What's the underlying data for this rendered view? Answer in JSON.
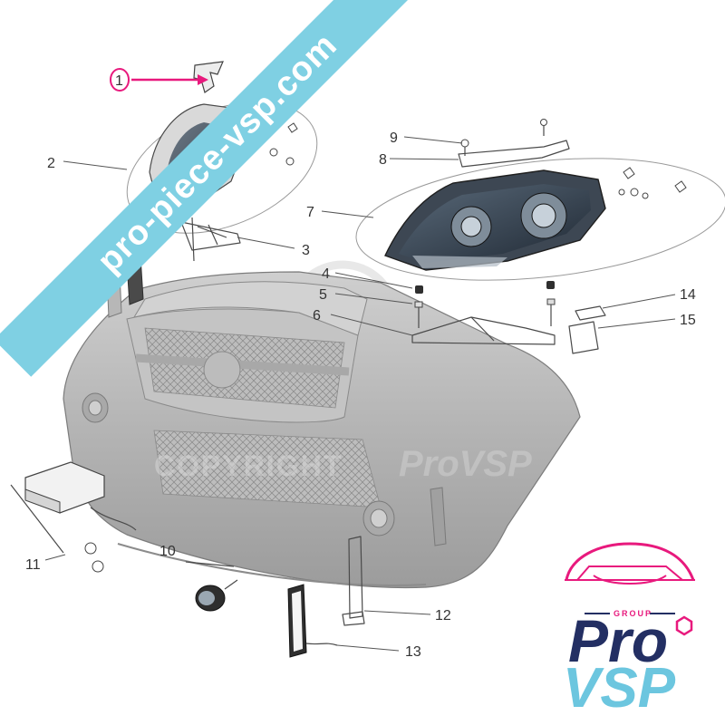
{
  "callouts": [
    "1",
    "2",
    "3",
    "4",
    "5",
    "6",
    "7",
    "8",
    "9",
    "10",
    "11",
    "12",
    "13",
    "14",
    "15"
  ],
  "watermark": {
    "copyright": "COPYRIGHT",
    "brand": "ProVSP"
  },
  "banner": {
    "text": "pro-piece-vsp.com"
  },
  "logo": {
    "group": "GROUP",
    "pro": "Pro",
    "vsp": "VSP"
  },
  "colors": {
    "highlight": "#e8197d",
    "banner": "#7fd0e3",
    "brand_dark": "#232f63",
    "brand_light": "#6cc6df"
  }
}
